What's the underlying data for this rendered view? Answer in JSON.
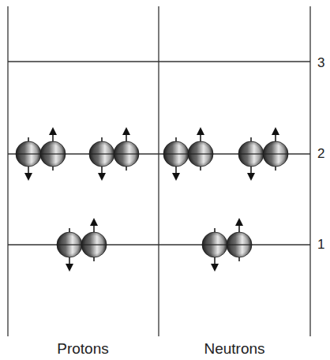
{
  "diagram": {
    "labels": [
      "3",
      "2",
      "1",
      "Protons",
      "Neutrons"
    ]
  }
}
